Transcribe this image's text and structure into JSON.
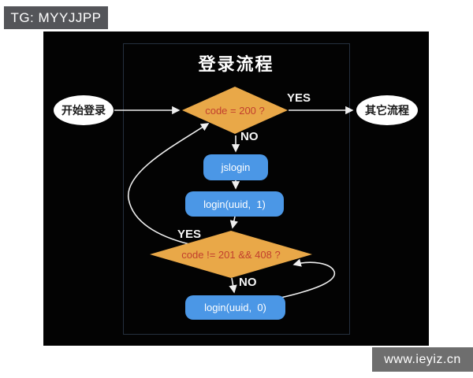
{
  "watermarks": {
    "tg_badge": "TG: MYYJJPP",
    "site_badge": "www.ieyiz.cn"
  },
  "flowchart": {
    "title": "登录流程",
    "nodes": {
      "start": "开始登录",
      "other": "其它流程",
      "decision1": "code = 200 ?",
      "jslogin": "jslogin",
      "login1": "login(uuid,  1)",
      "decision2": "code != 201 && 408 ?",
      "login0": "login(uuid,  0)"
    },
    "edge_labels": {
      "yes_top": "YES",
      "no_top": "NO",
      "yes_loop": "YES",
      "no_bottom": "NO"
    }
  },
  "colors": {
    "canvas_bg": "#030303",
    "frame_border": "#25303e",
    "decision_fill": "#e9a848",
    "decision_text": "#c23f2e",
    "process_fill": "#4b97e6",
    "terminal_fill": "#ffffff",
    "terminal_text": "#1a1a1a",
    "arrow": "#efefef",
    "tg_badge_bg": "#545559",
    "site_badge_bg": "#6e6e6e"
  }
}
